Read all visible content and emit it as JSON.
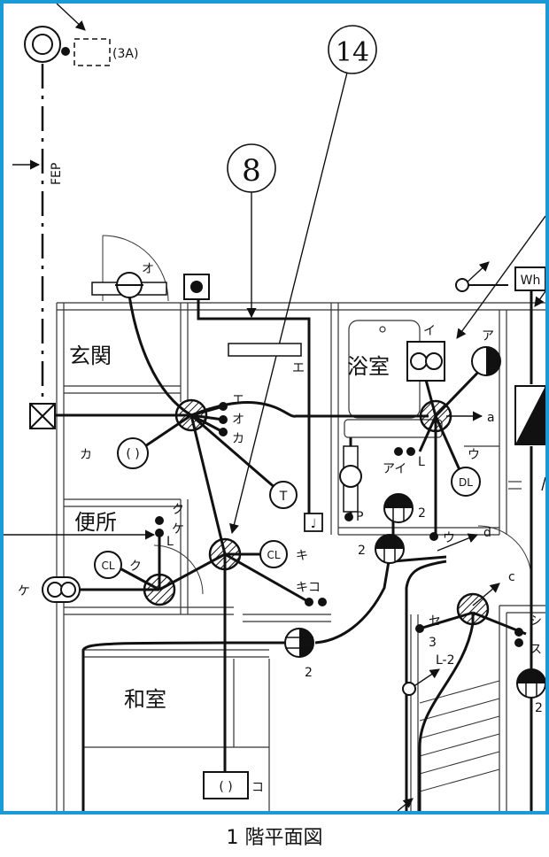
{
  "caption": "1 階平面図",
  "callouts": {
    "c8": "8",
    "c14": "14"
  },
  "rooms": {
    "genkan": "玄関",
    "yokushitsu": "浴室",
    "benjo": "便所",
    "washitsu": "和室"
  },
  "labels": {
    "fep": "FEP",
    "breaker": "(3A)",
    "wh": "Wh",
    "o": "オ",
    "e": "エ",
    "e2": "エ",
    "o2": "オ",
    "ka": "カ",
    "ka_out": "カ",
    "i": "イ",
    "a": "ア",
    "ai": "アイ",
    "l_bath": "L",
    "u": "ウ",
    "u2": "ウ",
    "p": "P",
    "two_a": "2",
    "two_b": "2",
    "two_c": "2",
    "two_d": "2",
    "d": "d",
    "a_line": "a",
    "c_line": "c",
    "ku": "ク",
    "ke": "ケ",
    "l_toilet": "L",
    "ku2": "ク",
    "ke2": "ケ",
    "ki": "キ",
    "kiko": "キコ",
    "se": "セ",
    "three": "3",
    "l2": "L-2",
    "shi": "シ",
    "su": "ス",
    "ko": "コ",
    "cl1": "CL",
    "cl2": "CL",
    "dl": "DL",
    "t": "T",
    "parens1": "( )",
    "parens2": "( )"
  }
}
